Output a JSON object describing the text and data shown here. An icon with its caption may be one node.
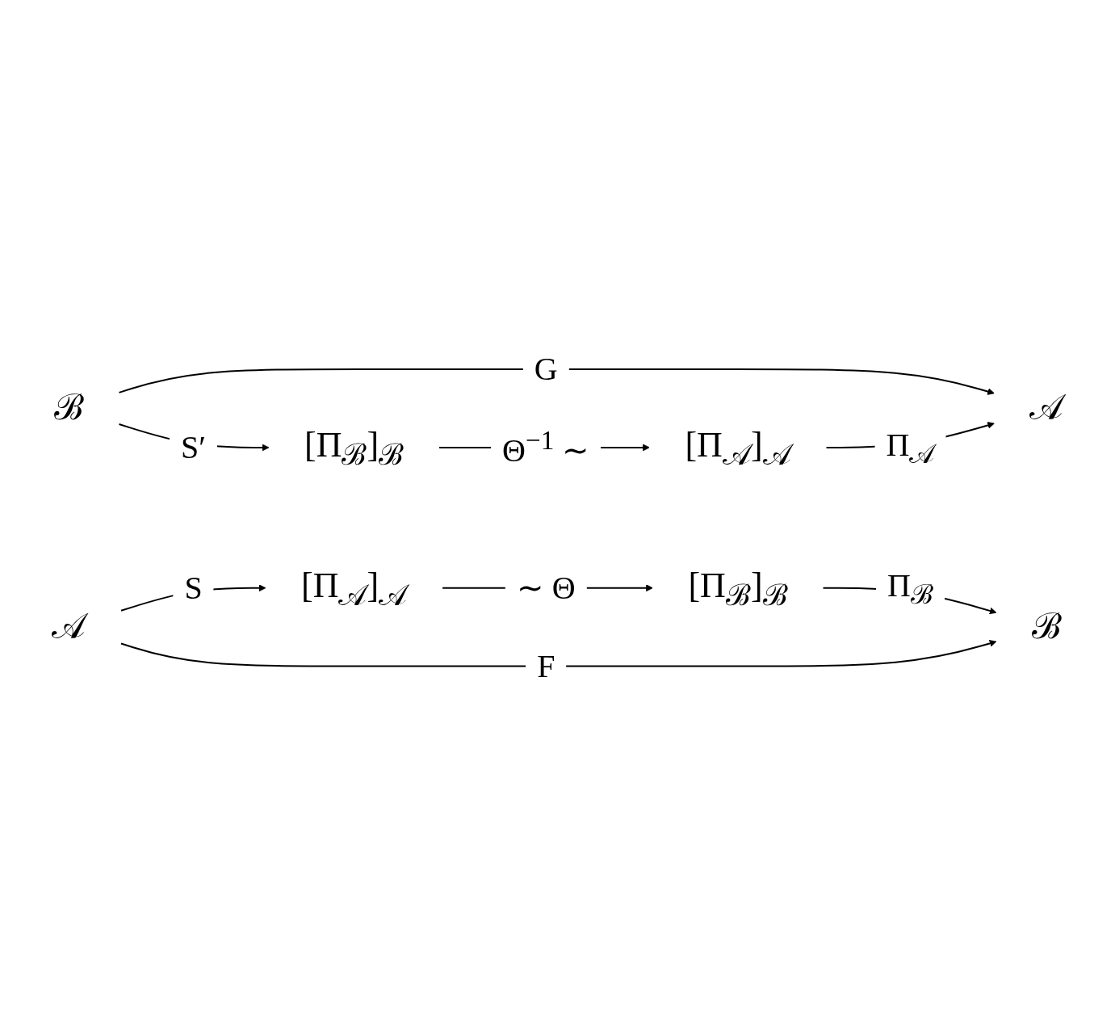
{
  "diagram": {
    "nodes": [
      {
        "text": [
          "𝒜"
        ]
      },
      {
        "text": [
          "ℬ"
        ]
      },
      {
        "text": [
          "[Π$_{𝒜}$]$_{𝒜}$"
        ]
      },
      {
        "text": [
          "[Π$_{ℬ}$]$_{ℬ}$"
        ]
      },
      {
        "text": [
          "𝒜"
        ]
      },
      {
        "text": [
          "[Π$_{𝒜}$]$_{𝒜}$"
        ]
      },
      {
        "text": [
          "[Π$_{ℬ}$]$_{ℬ}$"
        ]
      },
      {
        "text": [
          "ℬ"
        ]
      }
    ],
    "edges": [
      {
        "from": 1,
        "to": 0,
        "arrow": "to",
        "label": "G"
      },
      {
        "from": 2,
        "to": 0,
        "arrow": "to",
        "label": "Π$_{𝒜}$"
      },
      {
        "from": 1,
        "to": 3,
        "arrow": "to",
        "label": "S′"
      },
      {
        "from": 3,
        "to": 2,
        "arrow": "to",
        "label": "Θ$^{−1}$ ∼"
      },
      {
        "from": 4,
        "to": 5,
        "arrow": "to",
        "label": "S"
      },
      {
        "from": 5,
        "to": 6,
        "arrow": "to",
        "label": "∼ Θ"
      },
      {
        "from": 6,
        "to": 7,
        "arrow": "to",
        "label": "Π$_{ℬ}$"
      },
      {
        "from": 4,
        "to": 7,
        "arrow": "to",
        "label": "F"
      }
    ]
  }
}
